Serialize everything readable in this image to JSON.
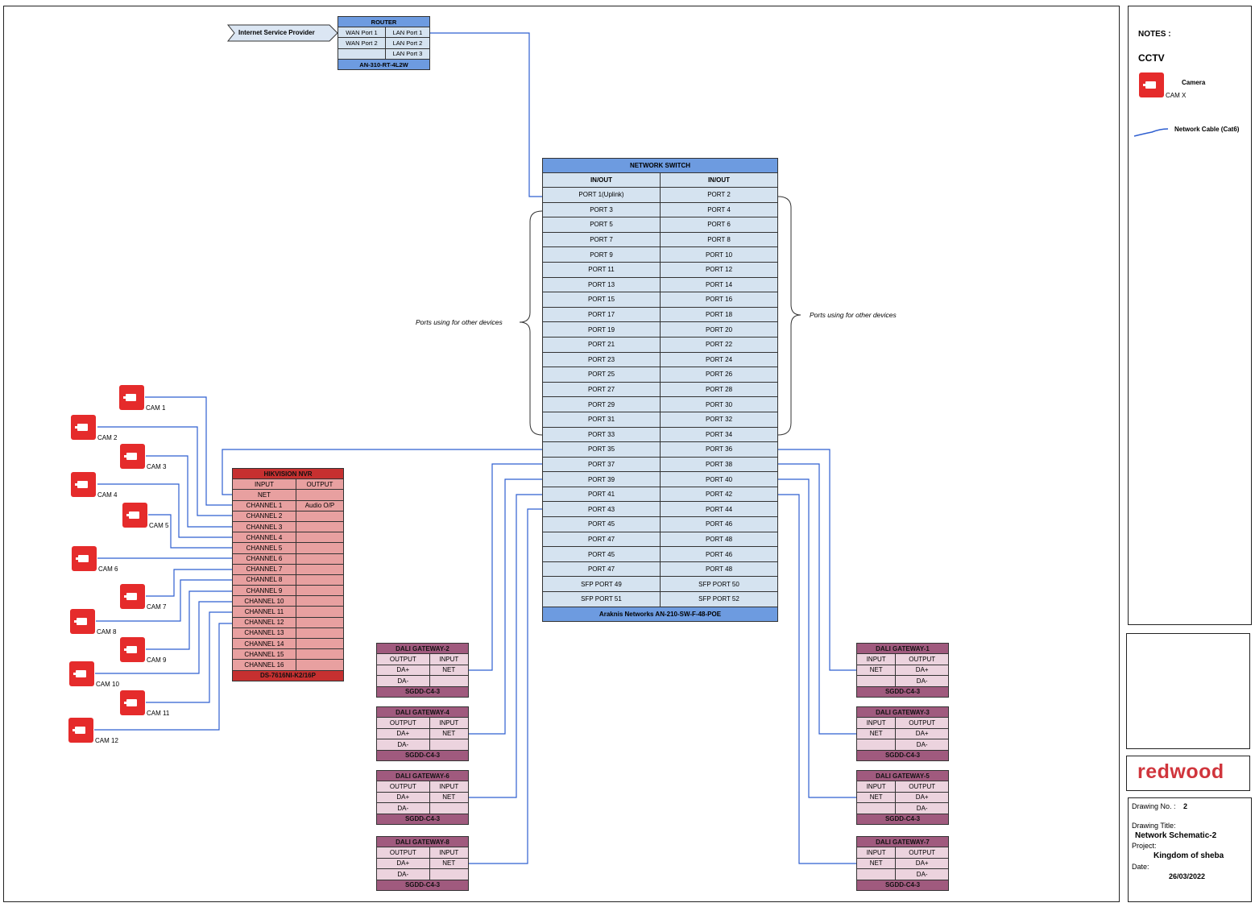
{
  "isp": {
    "label": "Internet Service Provider"
  },
  "router": {
    "title": "ROUTER",
    "rows": [
      [
        "WAN Port 1",
        "LAN Port 1"
      ],
      [
        "WAN Port 2",
        "LAN Port 2"
      ],
      [
        "",
        "LAN Port 3"
      ]
    ],
    "model": "AN-310-RT-4L2W"
  },
  "switch": {
    "title": "NETWORK SWITCH",
    "col_headers": [
      "IN/OUT",
      "IN/OUT"
    ],
    "rows": [
      [
        "PORT 1(Uplink)",
        "PORT 2"
      ],
      [
        "PORT 3",
        "PORT 4"
      ],
      [
        "PORT 5",
        "PORT 6"
      ],
      [
        "PORT 7",
        "PORT 8"
      ],
      [
        "PORT 9",
        "PORT 10"
      ],
      [
        "PORT 11",
        "PORT 12"
      ],
      [
        "PORT 13",
        "PORT 14"
      ],
      [
        "PORT 15",
        "PORT 16"
      ],
      [
        "PORT 17",
        "PORT 18"
      ],
      [
        "PORT 19",
        "PORT 20"
      ],
      [
        "PORT 21",
        "PORT 22"
      ],
      [
        "PORT 23",
        "PORT 24"
      ],
      [
        "PORT 25",
        "PORT 26"
      ],
      [
        "PORT 27",
        "PORT 28"
      ],
      [
        "PORT 29",
        "PORT 30"
      ],
      [
        "PORT 31",
        "PORT 32"
      ],
      [
        "PORT 33",
        "PORT 34"
      ],
      [
        "PORT 35",
        "PORT 36"
      ],
      [
        "PORT 37",
        "PORT 38"
      ],
      [
        "PORT 39",
        "PORT 40"
      ],
      [
        "PORT 41",
        "PORT 42"
      ],
      [
        "PORT 43",
        "PORT 44"
      ],
      [
        "PORT 45",
        "PORT 46"
      ],
      [
        "PORT 47",
        "PORT 48"
      ],
      [
        "PORT 45",
        "PORT 46"
      ],
      [
        "PORT 47",
        "PORT 48"
      ],
      [
        "SFP PORT 49",
        "SFP PORT 50"
      ],
      [
        "SFP PORT 51",
        "SFP PORT 52"
      ]
    ],
    "model": "Araknis Networks AN-210-SW-F-48-POE"
  },
  "brace_left": "Ports using for other devices",
  "brace_right": "Ports using for other devices",
  "nvr": {
    "title": "HIKVISION  NVR",
    "headers": [
      "INPUT",
      "OUTPUT"
    ],
    "rows": [
      [
        "NET",
        ""
      ],
      [
        "CHANNEL 1",
        "Audio O/P"
      ],
      [
        "CHANNEL 2",
        ""
      ],
      [
        "CHANNEL 3",
        ""
      ],
      [
        "CHANNEL 4",
        ""
      ],
      [
        "CHANNEL 5",
        ""
      ],
      [
        "CHANNEL 6",
        ""
      ],
      [
        "CHANNEL 7",
        ""
      ],
      [
        "CHANNEL 8",
        ""
      ],
      [
        "CHANNEL 9",
        ""
      ],
      [
        "CHANNEL 10",
        ""
      ],
      [
        "CHANNEL 11",
        ""
      ],
      [
        "CHANNEL 12",
        ""
      ],
      [
        "CHANNEL 13",
        ""
      ],
      [
        "CHANNEL 14",
        ""
      ],
      [
        "CHANNEL 15",
        ""
      ],
      [
        "CHANNEL 16",
        ""
      ]
    ],
    "model": "DS-7616NI-K2/16P"
  },
  "cameras": [
    "CAM 1",
    "CAM 2",
    "CAM 3",
    "CAM 4",
    "CAM 5",
    "CAM 6",
    "CAM 7",
    "CAM 8",
    "CAM 9",
    "CAM 10",
    "CAM 11",
    "CAM 12"
  ],
  "dali_left": [
    {
      "title": "DALI GATEWAY-2",
      "rows": [
        [
          "OUTPUT",
          "INPUT"
        ],
        [
          "DA+",
          "NET"
        ],
        [
          "DA-",
          ""
        ]
      ],
      "model": "SGDD-C4-3"
    },
    {
      "title": "DALI GATEWAY-4",
      "rows": [
        [
          "OUTPUT",
          "INPUT"
        ],
        [
          "DA+",
          "NET"
        ],
        [
          "DA-",
          ""
        ]
      ],
      "model": "SGDD-C4-3"
    },
    {
      "title": "DALI GATEWAY-6",
      "rows": [
        [
          "OUTPUT",
          "INPUT"
        ],
        [
          "DA+",
          "NET"
        ],
        [
          "DA-",
          ""
        ]
      ],
      "model": "SGDD-C4-3"
    },
    {
      "title": "DALI GATEWAY-8",
      "rows": [
        [
          "OUTPUT",
          "INPUT"
        ],
        [
          "DA+",
          "NET"
        ],
        [
          "DA-",
          ""
        ]
      ],
      "model": "SGDD-C4-3"
    }
  ],
  "dali_right": [
    {
      "title": "DALI GATEWAY-1",
      "rows": [
        [
          "INPUT",
          "OUTPUT"
        ],
        [
          "NET",
          "DA+"
        ],
        [
          "",
          "DA-"
        ]
      ],
      "model": "SGDD-C4-3"
    },
    {
      "title": "DALI GATEWAY-3",
      "rows": [
        [
          "INPUT",
          "OUTPUT"
        ],
        [
          "NET",
          "DA+"
        ],
        [
          "",
          "DA-"
        ]
      ],
      "model": "SGDD-C4-3"
    },
    {
      "title": "DALI GATEWAY-5",
      "rows": [
        [
          "INPUT",
          "OUTPUT"
        ],
        [
          "NET",
          "DA+"
        ],
        [
          "",
          "DA-"
        ]
      ],
      "model": "SGDD-C4-3"
    },
    {
      "title": "DALI GATEWAY-7",
      "rows": [
        [
          "INPUT",
          "OUTPUT"
        ],
        [
          "NET",
          "DA+"
        ],
        [
          "",
          "DA-"
        ]
      ],
      "model": "SGDD-C4-3"
    }
  ],
  "notes": {
    "title": "NOTES :",
    "section": "CCTV",
    "camera_label": "Camera",
    "camera_id": "CAM X",
    "cable_label": "Network Cable (Cat6)"
  },
  "title_block": {
    "logo": "redwood",
    "drawing_no_label": "Drawing No. :",
    "drawing_no": "2",
    "drawing_title_label": "Drawing Title:",
    "drawing_title": "Network Schematic-2",
    "project_label": "Project:",
    "project": "Kingdom of sheba",
    "date_label": "Date:",
    "date": "26/03/2022"
  },
  "colors": {
    "wire": "#2f5fd0",
    "switch_header": "#6d9be0",
    "switch_cell": "#d5e3f0",
    "nvr_header": "#c63030",
    "nvr_cell": "#e8a0a0",
    "dali_header": "#a05a7e",
    "dali_cell": "#ecd3de",
    "camera": "#e52b2b",
    "logo": "#d0353c"
  }
}
